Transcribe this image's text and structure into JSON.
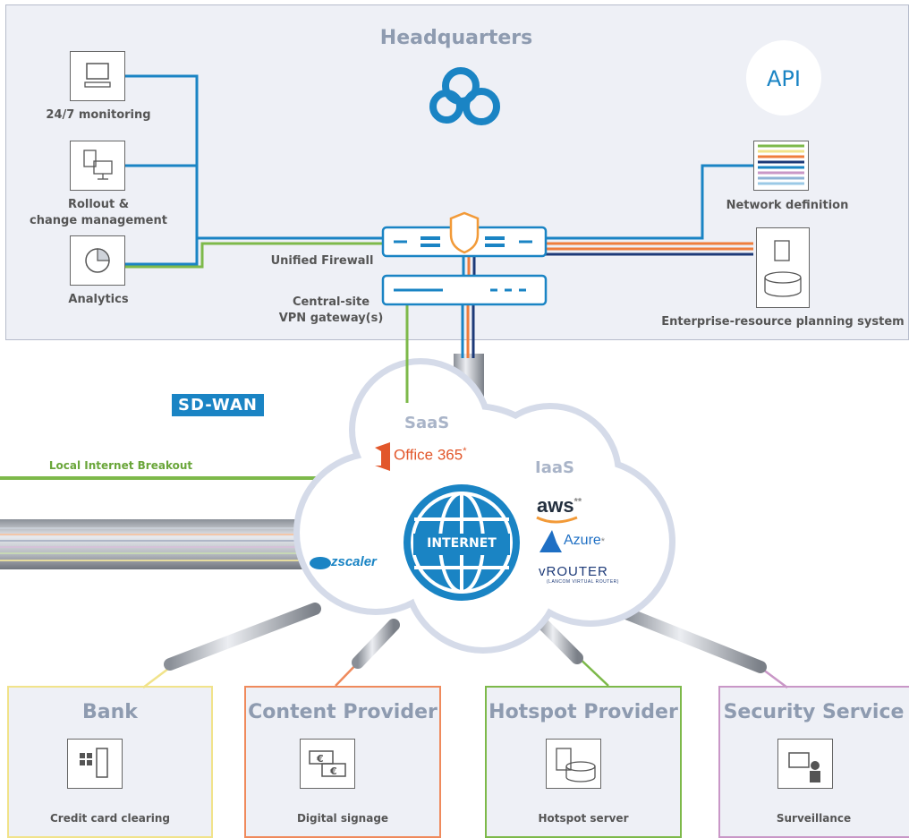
{
  "headquarters": {
    "title": "Headquarters",
    "api_label": "API",
    "monitoring_label": "24/7 monitoring",
    "rollout_label_line1": "Rollout &",
    "rollout_label_line2": "change management",
    "analytics_label": "Analytics",
    "network_definition_label": "Network definition",
    "erp_label": "Enterprise-resource planning system",
    "firewall_label": "Unified Firewall",
    "vpn_label_line1": "Central-site",
    "vpn_label_line2": "VPN gateway(s)"
  },
  "sdwan_label": "SD-WAN",
  "local_breakout_label": "Local Internet Breakout",
  "cloud": {
    "saas_label": "SaaS",
    "iaas_label": "IaaS",
    "office365_label": "Office 365",
    "office365_mark": "*",
    "aws_label": "aws",
    "aws_mark": "**",
    "azure_label": "Azure",
    "azure_mark": "*",
    "zscaler_label": "zscaler",
    "vrouter_label": "vROUTER",
    "vrouter_sub": "(LANCOM VIRTUAL ROUTER)",
    "internet_label": "INTERNET"
  },
  "sites": [
    {
      "title": "Bank",
      "label": "Credit card clearing",
      "color": "#f1e38a"
    },
    {
      "title": "Content Provider",
      "label": "Digital signage",
      "color": "#ef8a5c"
    },
    {
      "title": "Hotspot Provider",
      "label": "Hotspot server",
      "color": "#7db94a"
    },
    {
      "title": "Security Service",
      "label": "Surveillance",
      "color": "#c997c7"
    }
  ],
  "colors": {
    "blue": "#1a84c4",
    "green": "#7db94a",
    "orange": "#ef7d3c",
    "navy": "#1d3a78",
    "panel": "#eef0f6"
  }
}
